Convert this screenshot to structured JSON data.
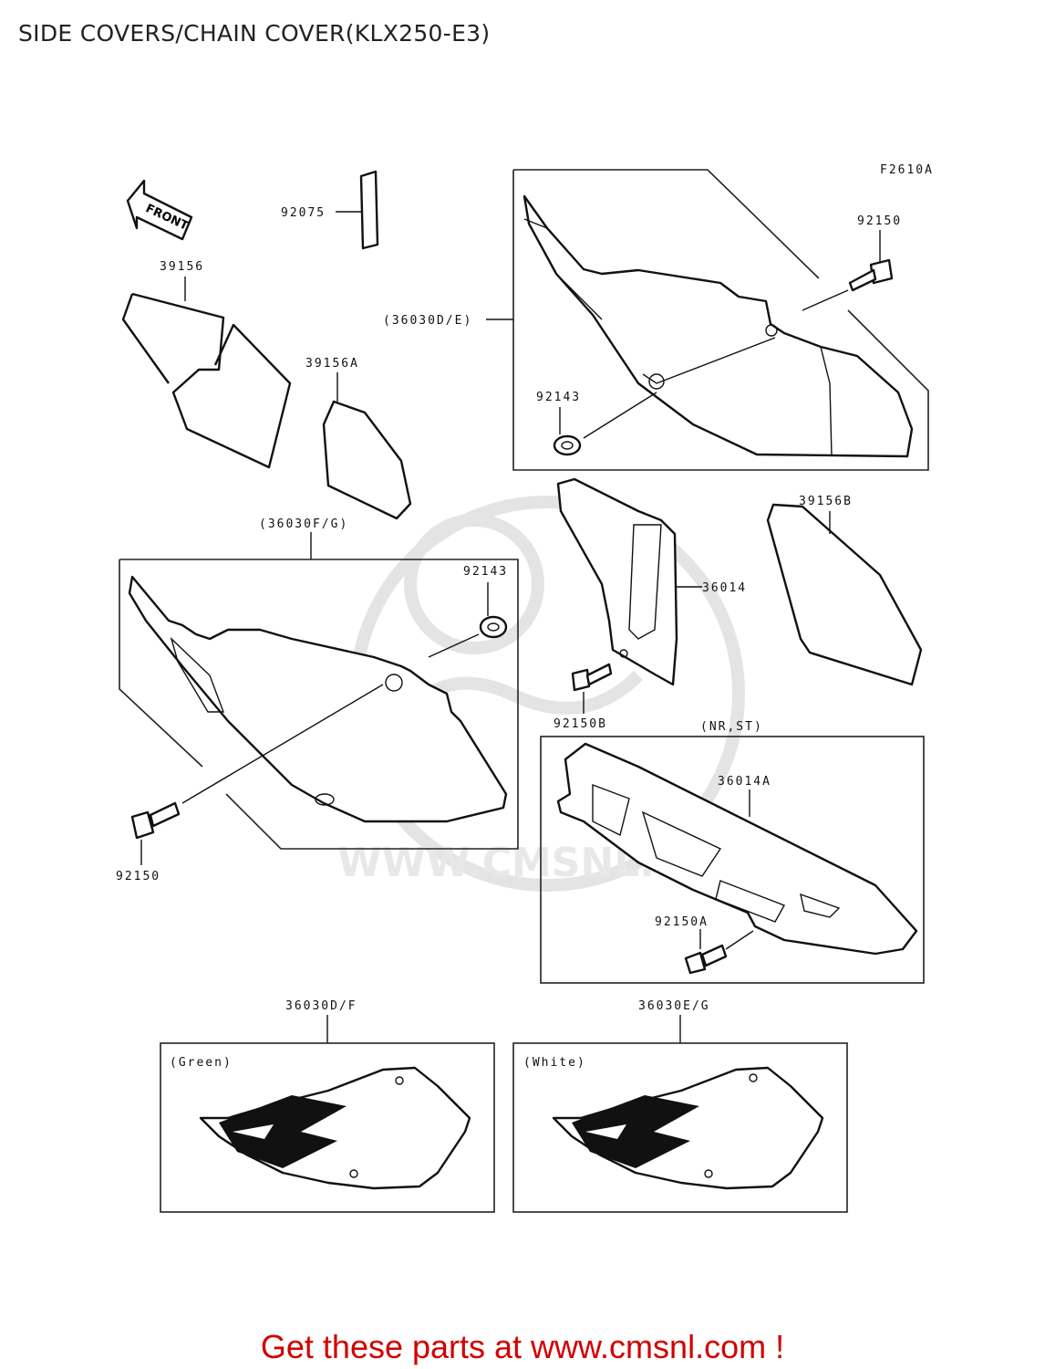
{
  "title": "SIDE COVERS/CHAIN COVER(KLX250-E3)",
  "figure_code": "F2610A",
  "front_arrow_text": "FRONT",
  "watermark_text": "WWW.CMSNL.COM",
  "labels": {
    "p92075": "92075",
    "p39156": "39156",
    "p39156A": "39156A",
    "p36030DE": "(36030D/E)",
    "p92150_top": "92150",
    "p92143_top": "92143",
    "p36014": "36014",
    "p39156B": "39156B",
    "p36030FG": "(36030F/G)",
    "p92143_mid": "92143",
    "p92150B": "92150B",
    "p92150_left": "92150",
    "nrst": "(NR,ST)",
    "p36014A": "36014A",
    "p92150A": "92150A",
    "p36030DF": "36030D/F",
    "p36030EG": "36030E/G",
    "green": "(Green)",
    "white": "(White)"
  },
  "footer": "Get these parts at www.cmsnl.com !"
}
